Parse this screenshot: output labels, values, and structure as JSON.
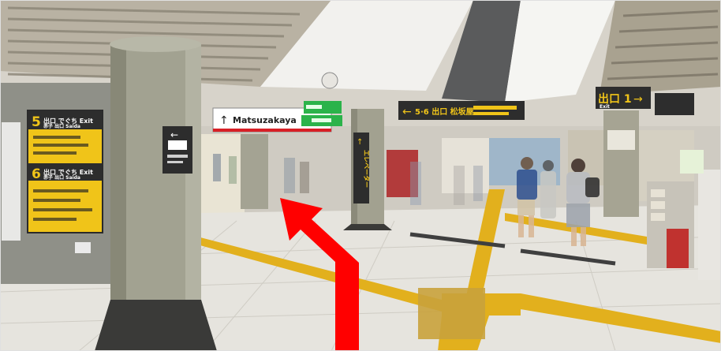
{
  "scene": {
    "colors": {
      "ceiling": "#d9d6cf",
      "ceiling_slats": "#8a8476",
      "floor": "#e8e6e0",
      "tactile_paving": "#e8b820",
      "pillar": "#9a9a88",
      "yellow_sign": "#f0c419",
      "dark_sign": "#2d2d2d",
      "green_sign": "#2bb34a",
      "arrow": "#ff0000"
    },
    "signs": {
      "exit_5_number": "5",
      "exit_5_label": "出口 でぐち Exit",
      "exit_5_sub": "赤子 出口 Saida",
      "exit_6_number": "6",
      "exit_6_label": "出口 でぐち Exit",
      "exit_6_sub": "赤子 出口 Saida",
      "matsuzakaya": "Matsuzakaya",
      "exit_56": "5·6 出口 松坂屋",
      "exit_1": "出口 1",
      "exit_1_en": "Exit",
      "elevator": "エレベーター"
    },
    "icons": {
      "direction_arrow": "red-direction-arrow",
      "left_arrow": "left-arrow-icon",
      "right_arrow": "right-arrow-icon",
      "up_arrow": "up-arrow-icon",
      "elevator": "elevator-icon"
    }
  }
}
